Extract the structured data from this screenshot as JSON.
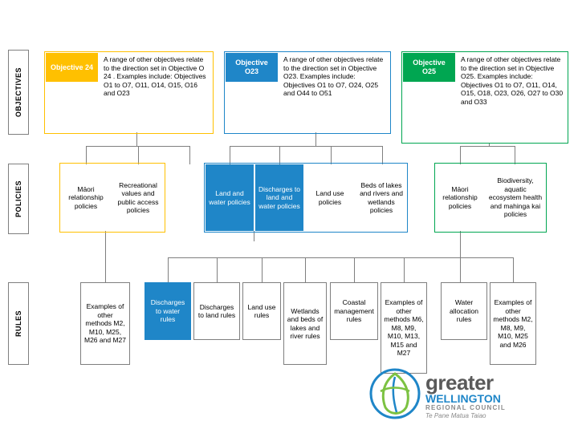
{
  "rows": {
    "objectives_label": "OBJECTIVES",
    "policies_label": "POLICIES",
    "rules_label": "RULES"
  },
  "objectives": [
    {
      "id": "o24",
      "title": "Objective 24",
      "text": "A range of other objectives relate to the direction set in Objective O 24 . Examples  include: Objectives O1 to O7, O11, O14, O15, O16 and O23",
      "color": "#ffc000"
    },
    {
      "id": "o23",
      "title": "Objective O23",
      "text": "A range of other objectives relate to the direction set in Objective O23. Examples include: Objectives O1 to O7, O24, O25 and O44 to O51",
      "color": "#1f86c8"
    },
    {
      "id": "o25",
      "title": "Objective O25",
      "text": "A range of other objectives relate to the direction set in Objective O25. Examples include: Objectives O1 to O7, O11, O14, O15, O18, O23, O26, O27 to O30 and O33",
      "color": "#00a651"
    }
  ],
  "policies": [
    {
      "id": "p1",
      "text": "Māori relationship policies",
      "filled": false
    },
    {
      "id": "p2",
      "text": "Recreational values and public access policies",
      "filled": false
    },
    {
      "id": "p3",
      "text": "Land and water policies",
      "filled": true
    },
    {
      "id": "p4",
      "text": "Discharges to land and water policies",
      "filled": true
    },
    {
      "id": "p5",
      "text": "Land use policies",
      "filled": false
    },
    {
      "id": "p6",
      "text": "Beds of lakes and rivers and wetlands policies",
      "filled": false
    },
    {
      "id": "p7",
      "text": "Māori relationship policies",
      "filled": false
    },
    {
      "id": "p8",
      "text": "Biodiversity, aquatic ecosystem health and mahinga kai policies",
      "filled": false
    }
  ],
  "rules": [
    {
      "id": "r1",
      "text": "Examples of other methods M2, M10, M25, M26 and M27",
      "filled": false
    },
    {
      "id": "r2",
      "text": "Discharges to water rules",
      "filled": true
    },
    {
      "id": "r3",
      "text": "Discharges to land rules",
      "filled": false
    },
    {
      "id": "r4",
      "text": "Land use rules",
      "filled": false
    },
    {
      "id": "r5",
      "text": "Wetlands and beds of lakes and river rules",
      "filled": false
    },
    {
      "id": "r6",
      "text": "Coastal management rules",
      "filled": false
    },
    {
      "id": "r7",
      "text": "Examples of other methods M6, M8, M9, M10, M13, M15 and M27",
      "filled": false
    },
    {
      "id": "r8",
      "text": "Water allocation rules",
      "filled": false
    },
    {
      "id": "r9",
      "text": "Examples of other methods M2, M8, M9, M10, M25 and M26",
      "filled": false
    }
  ],
  "logo": {
    "greater": "greater",
    "wellington": "WELLINGTON",
    "regional_council": "REGIONAL COUNCIL",
    "maori_name": "Te Pane Matua Taiao"
  }
}
